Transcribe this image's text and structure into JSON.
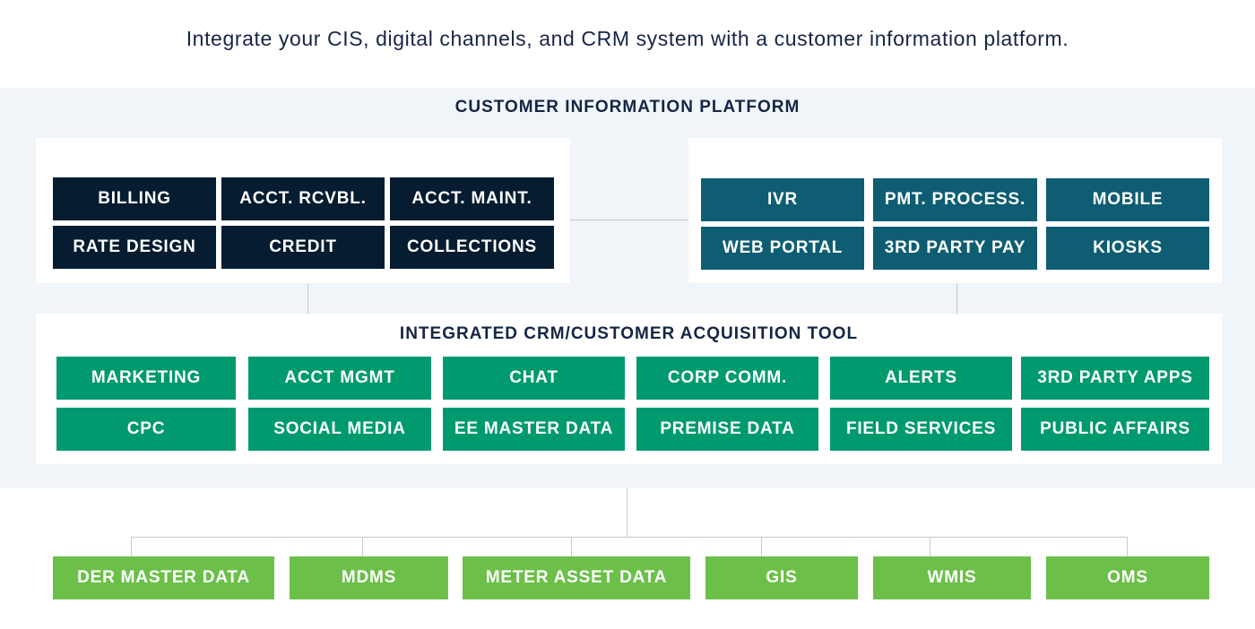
{
  "headline": "Integrate your CIS, digital channels, and CRM system with a customer information platform.",
  "platform": {
    "title": "CUSTOMER INFORMATION PLATFORM",
    "cis_modules": [
      "BILLING",
      "ACCT. RCVBL.",
      "ACCT. MAINT.",
      "RATE DESIGN",
      "CREDIT",
      "COLLECTIONS"
    ],
    "digital_channels": [
      "IVR",
      "PMT. PROCESS.",
      "MOBILE",
      "WEB PORTAL",
      "3RD PARTY PAY",
      "KIOSKS"
    ],
    "crm": {
      "title": "INTEGRATED CRM/CUSTOMER ACQUISITION TOOL",
      "modules": [
        "MARKETING",
        "ACCT MGMT",
        "CHAT",
        "CORP COMM.",
        "ALERTS",
        "3RD PARTY APPS",
        "CPC",
        "SOCIAL MEDIA",
        "EE MASTER DATA",
        "PREMISE DATA",
        "FIELD SERVICES",
        "PUBLIC AFFAIRS"
      ]
    }
  },
  "data_sources": [
    "DER MASTER DATA",
    "MDMS",
    "METER ASSET DATA",
    "GIS",
    "WMIS",
    "OMS"
  ],
  "colors": {
    "navy": "#061c30",
    "teal": "#0e5d73",
    "green": "#009a6e",
    "light_green": "#6cc04a",
    "background": "#f0f5f9",
    "text": "#152544"
  }
}
